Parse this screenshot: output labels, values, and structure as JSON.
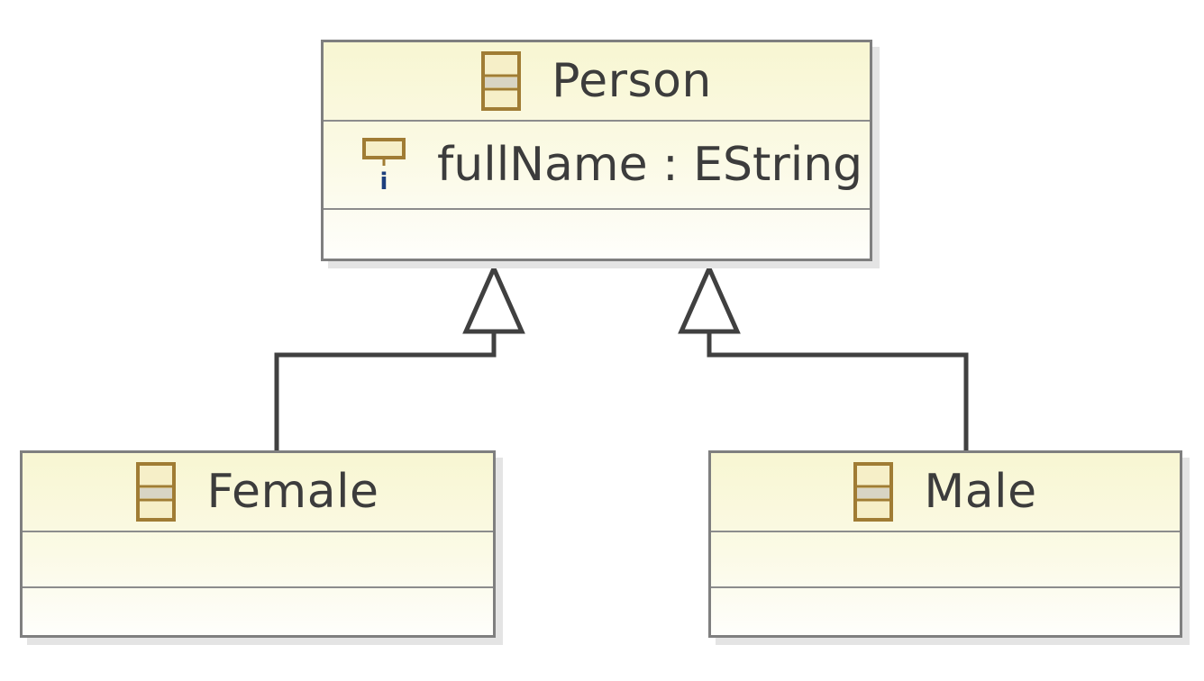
{
  "diagram": {
    "classes": [
      {
        "name": "Person",
        "icon": "eclass-icon",
        "attributes": [
          {
            "label": "fullName : EString",
            "icon": "eattribute-icon"
          }
        ]
      },
      {
        "name": "Female",
        "icon": "eclass-icon",
        "attributes": []
      },
      {
        "name": "Male",
        "icon": "eclass-icon",
        "attributes": []
      }
    ],
    "generalizations": [
      {
        "from": "Female",
        "to": "Person"
      },
      {
        "from": "Male",
        "to": "Person"
      }
    ],
    "colors": {
      "box_fill": "#f8f6d2",
      "box_border": "#7f7f7f",
      "connector": "#404040",
      "icon_gold": "#a07c34",
      "icon_blue": "#1d3f7d"
    }
  }
}
